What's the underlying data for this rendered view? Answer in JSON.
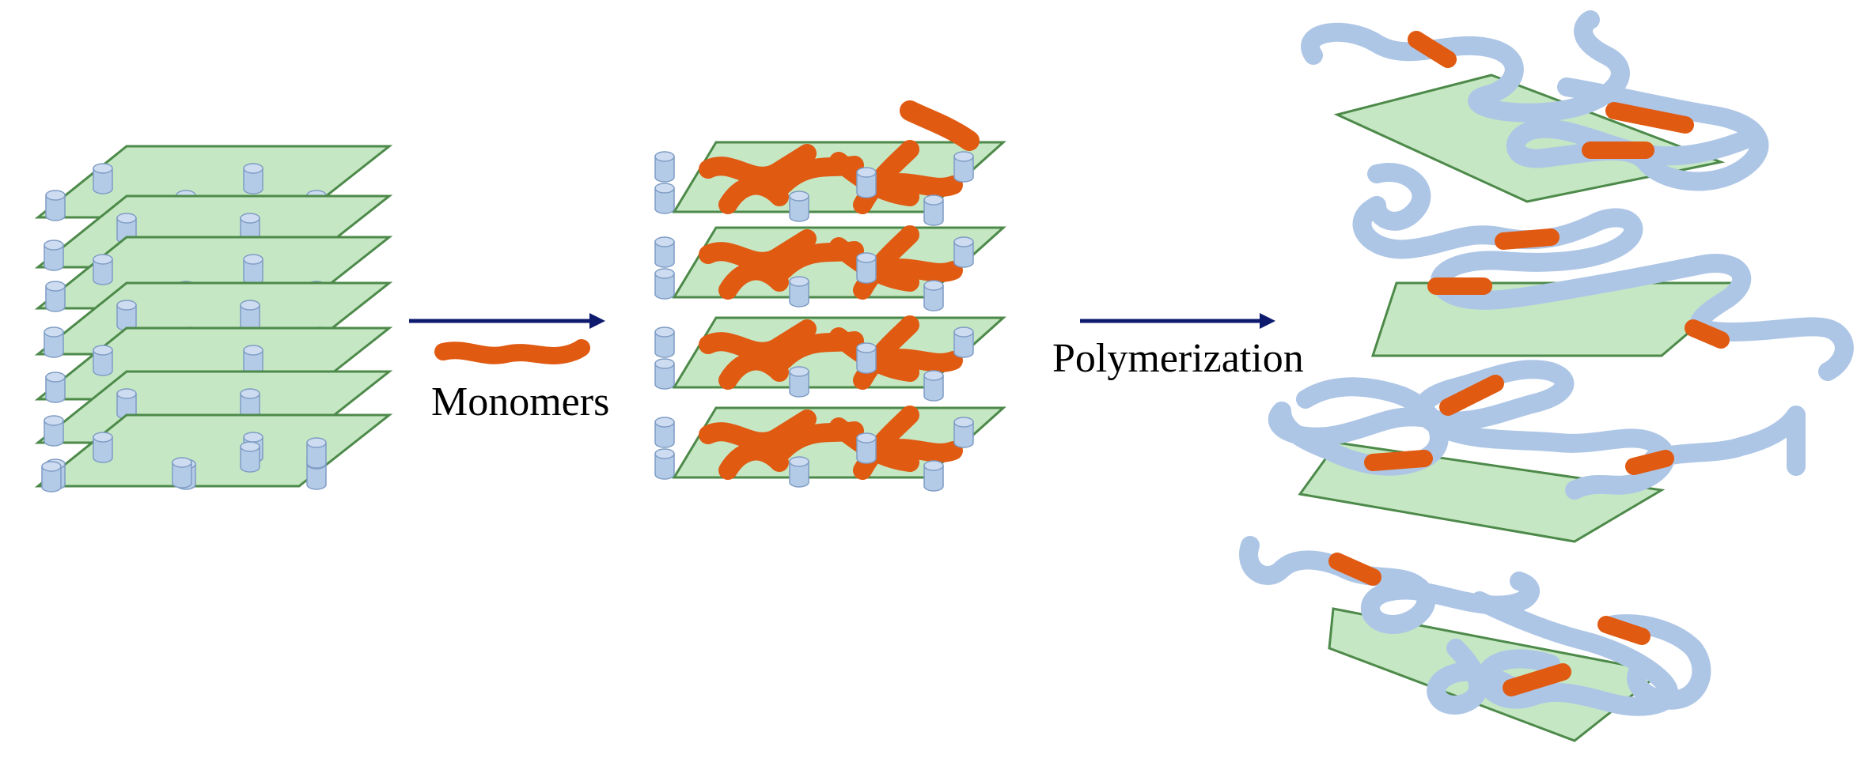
{
  "labels": {
    "monomers": "Monomers",
    "polymerization": "Polymerization"
  },
  "colors": {
    "sheet_fill": "#c6e7c4",
    "sheet_stroke": "#4d8a4a",
    "pillar_fill": "#b4cbe8",
    "pillar_stroke": "#7e9cc4",
    "monomer": "#e05a12",
    "polymer": "#aec6e6",
    "arrow": "#0d1a6e"
  },
  "icons": {
    "stage1": "layered-host-with-pillars",
    "stage2": "host-loaded-with-monomers",
    "stage3": "exfoliated-sheets-with-polymer-chains",
    "reagent": "monomer-strand",
    "arrows": "right-arrow"
  }
}
